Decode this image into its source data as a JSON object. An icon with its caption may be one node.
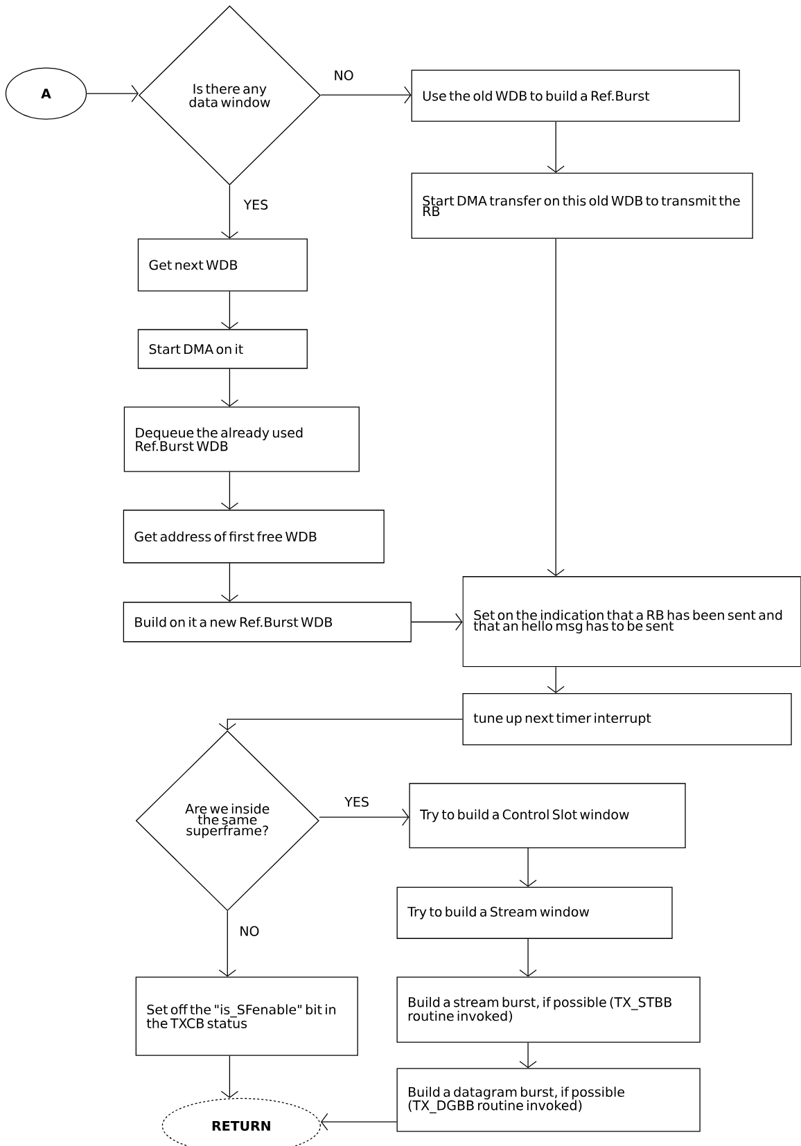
{
  "diagram": {
    "nodes": [
      {
        "text": [
          "A"
        ]
      },
      {
        "text": [
          "Is there any data window"
        ]
      },
      {
        "text": [
          "Use the old WDB to build a Ref.Burst"
        ]
      },
      {
        "text": [
          "Start  DMA transfer on this old WDB to transmit the RB"
        ]
      },
      {
        "text": [
          "Get next WDB"
        ]
      },
      {
        "text": [
          "Start DMA on it"
        ]
      },
      {
        "text": [
          "Dequeue the already used Ref.Burst WDB"
        ]
      },
      {
        "text": [
          "Get address of first free WDB"
        ]
      },
      {
        "text": [
          "Build on it a new Ref.Burst WDB"
        ]
      },
      {
        "text": [
          "Set on the indication that a RB has been sent and that an hello msg has to be sent"
        ]
      },
      {
        "text": [
          "tune up next timer interrupt"
        ]
      },
      {
        "text": [
          "Are we inside the same superframe?"
        ]
      },
      {
        "text": [
          "Try to build a Control Slot window"
        ]
      },
      {
        "text": [
          "Try to build a Stream window"
        ]
      },
      {
        "text": [
          "Set off the \"is_SFenable\" bit in the TXCB status"
        ]
      },
      {
        "text": [
          "Build a stream burst, if possible (TX_STBB routine invoked)"
        ]
      },
      {
        "text": [
          "Build a datagram burst, if possible (TX_DGBB routine invoked)"
        ]
      },
      {
        "text": [
          "RETURN"
        ]
      }
    ],
    "edges": [
      {
        "from": 0,
        "to": 1,
        "arrow": "to"
      },
      {
        "from": 1,
        "to": 2,
        "arrow": "to",
        "label": "NO"
      },
      {
        "from": 1,
        "to": 4,
        "arrow": "to",
        "label": "YES"
      },
      {
        "from": 2,
        "to": 3,
        "arrow": "to"
      },
      {
        "from": 3,
        "to": 9,
        "arrow": "to"
      },
      {
        "from": 4,
        "to": 5,
        "arrow": "to"
      },
      {
        "from": 5,
        "to": 6,
        "arrow": "to"
      },
      {
        "from": 6,
        "to": 7,
        "arrow": "to"
      },
      {
        "from": 7,
        "to": 8,
        "arrow": "to"
      },
      {
        "from": 8,
        "to": 9,
        "arrow": "to"
      },
      {
        "from": 9,
        "to": 10,
        "arrow": "to"
      },
      {
        "from": 10,
        "to": 11,
        "arrow": "to"
      },
      {
        "from": 11,
        "to": 12,
        "arrow": "to",
        "label": "YES"
      },
      {
        "from": 11,
        "to": 14,
        "arrow": "to",
        "label": "NO"
      },
      {
        "from": 12,
        "to": 13,
        "arrow": "to"
      },
      {
        "from": 13,
        "to": 15,
        "arrow": "to"
      },
      {
        "from": 15,
        "to": 16,
        "arrow": "to"
      },
      {
        "from": 16,
        "to": 17,
        "arrow": "to"
      },
      {
        "from": 14,
        "to": 17,
        "arrow": "to"
      }
    ]
  }
}
